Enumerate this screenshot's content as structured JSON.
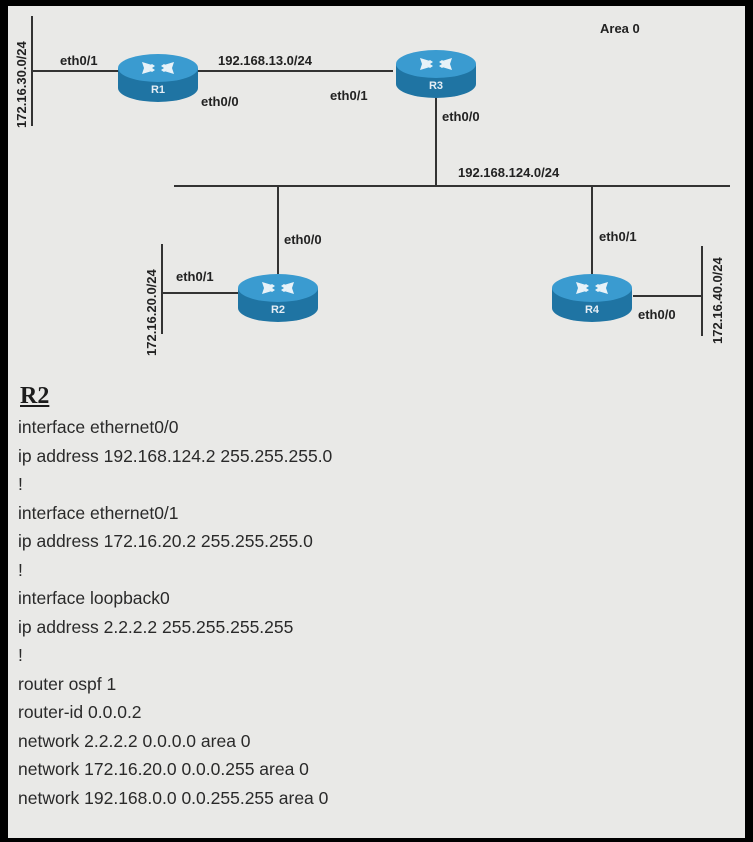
{
  "diagram": {
    "area_label": "Area 0",
    "routers": [
      {
        "id": "r1",
        "name": "R1"
      },
      {
        "id": "r3",
        "name": "R3"
      },
      {
        "id": "r2",
        "name": "R2"
      },
      {
        "id": "r4",
        "name": "R4"
      }
    ],
    "networks": {
      "r1_r3_link": "192.168.13.0/24",
      "shared_lan": "192.168.124.0/24",
      "r1_stub": "172.16.30.0/24",
      "r2_stub": "172.16.20.0/24",
      "r4_stub": "172.16.40.0/24"
    },
    "interfaces": {
      "r1_left": "eth0/1",
      "r1_right": "eth0/0",
      "r3_left": "eth0/1",
      "r3_down": "eth0/0",
      "r2_up": "eth0/0",
      "r2_left": "eth0/1",
      "r4_up": "eth0/1",
      "r4_right": "eth0/0"
    },
    "colors": {
      "router_body": "#2b86b8",
      "router_top": "#3e9fd2",
      "line": "#333333",
      "background": "#e9e9e7"
    }
  },
  "config": {
    "title": "R2",
    "lines": [
      "interface ethernet0/0",
      "ip address 192.168.124.2 255.255.255.0",
      "!",
      "interface ethernet0/1",
      "ip address 172.16.20.2 255.255.255.0",
      "!",
      "interface loopback0",
      "ip address 2.2.2.2 255.255.255.255",
      "!",
      "router ospf 1",
      "router-id 0.0.0.2",
      "network 2.2.2.2 0.0.0.0 area 0",
      "network 172.16.20.0 0.0.0.255 area 0",
      "network 192.168.0.0 0.0.255.255 area 0"
    ]
  }
}
